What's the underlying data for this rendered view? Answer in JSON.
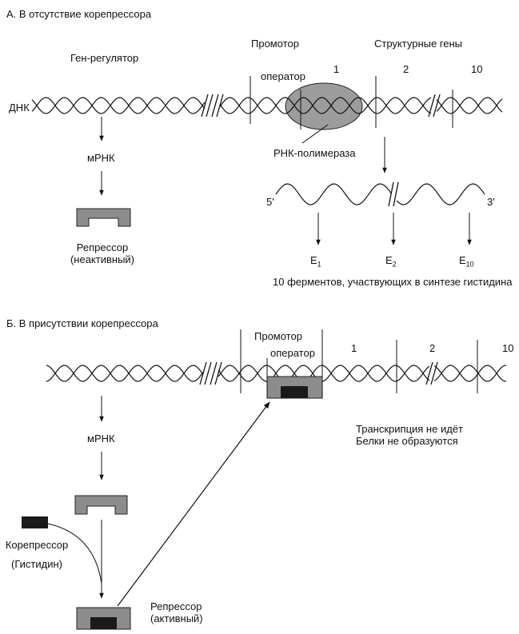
{
  "panel_a": {
    "title": "А. В отсутствие корепрессора",
    "regulator_gene": "Ген-регулятор",
    "promoter": "Промотор",
    "structural_genes": "Структурные гены",
    "operator": "оператор",
    "gene_numbers": [
      "1",
      "2",
      "10"
    ],
    "dna": "ДНК",
    "mrna": "мРНК",
    "rna_polymerase": "РНК-полимераза",
    "five_prime": "5'",
    "three_prime": "3'",
    "repressor_line1": "Репрессор",
    "repressor_line2": "(неактивный)",
    "enzymes": [
      {
        "letter": "E",
        "sub": "1"
      },
      {
        "letter": "E",
        "sub": "2"
      },
      {
        "letter": "E",
        "sub": "10"
      }
    ],
    "enzymes_caption": "10 ферментов, участвующих в синтезе гистидина"
  },
  "panel_b": {
    "title": "Б. В присутствии корепрессора",
    "promoter": "Промотор",
    "operator": "оператор",
    "gene_numbers": [
      "1",
      "2",
      "10"
    ],
    "mrna": "мРНК",
    "no_transcription_line1": "Транскрипция не идёт",
    "no_transcription_line2": "Белки не образуются",
    "corepressor_line1": "Корепрессор",
    "corepressor_line2": "(Гистидин)",
    "repressor_line1": "Репрессор",
    "repressor_line2": "(активный)"
  },
  "colors": {
    "ink": "#111111",
    "polymerase_fill": "#9c9c9c",
    "repressor_fill": "#8c8c8c",
    "corepressor_fill": "#1a1a1a"
  }
}
